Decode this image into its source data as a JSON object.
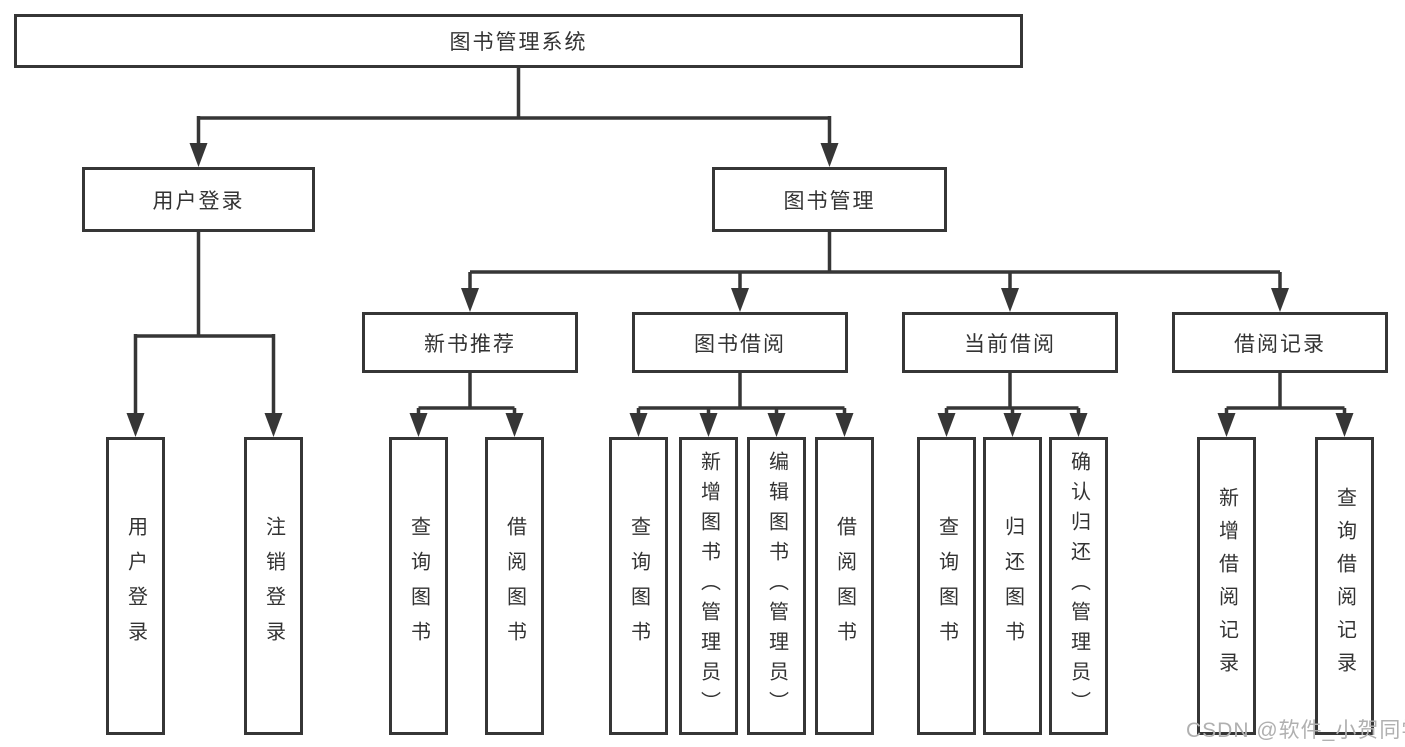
{
  "tree": {
    "root": {
      "label": "图书管理系统",
      "children": [
        {
          "label": "用户登录",
          "children": [
            {
              "label": "用户登录"
            },
            {
              "label": "注销登录"
            }
          ]
        },
        {
          "label": "图书管理",
          "children": [
            {
              "label": "新书推荐",
              "children": [
                {
                  "label": "查询图书"
                },
                {
                  "label": "借阅图书"
                }
              ]
            },
            {
              "label": "图书借阅",
              "children": [
                {
                  "label": "查询图书"
                },
                {
                  "label": "新增图书（管理员）"
                },
                {
                  "label": "编辑图书（管理员）"
                },
                {
                  "label": "借阅图书"
                }
              ]
            },
            {
              "label": "当前借阅",
              "children": [
                {
                  "label": "查询图书"
                },
                {
                  "label": "归还图书"
                },
                {
                  "label": "确认归还（管理员）"
                }
              ]
            },
            {
              "label": "借阅记录",
              "children": [
                {
                  "label": "新增借阅记录"
                },
                {
                  "label": "查询借阅记录"
                }
              ]
            }
          ]
        }
      ]
    }
  },
  "watermark": "CSDN @软件_小贺同学",
  "colors": {
    "line": "#363636",
    "box_border": "#363636",
    "text": "#333333",
    "watermark": "#b0b0b0",
    "background": "#ffffff"
  }
}
